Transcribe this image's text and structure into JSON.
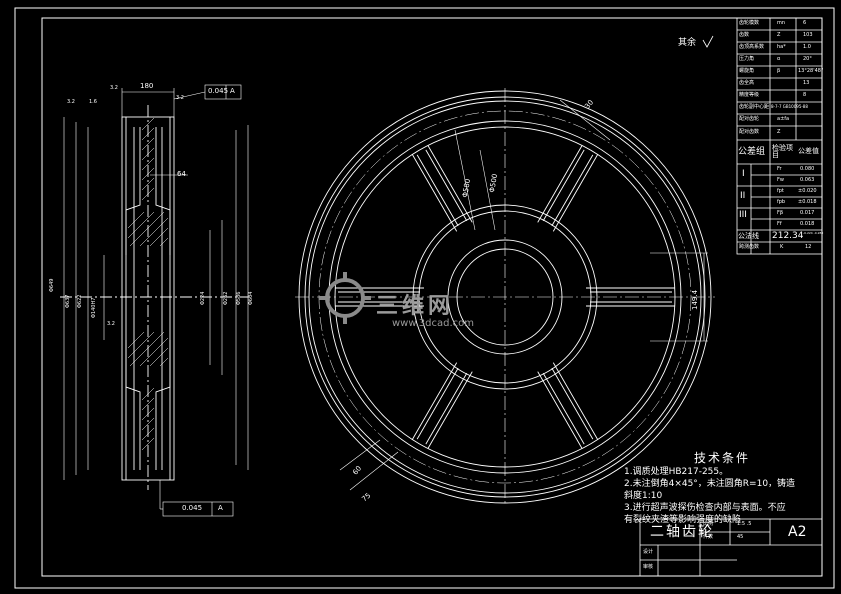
{
  "drawing": {
    "title_block": {
      "part_name": "二轴齿轮",
      "sheet_size": "A2",
      "ratio_label": "比例",
      "ratio_value": "1:5 .5",
      "qty_label": "件数",
      "material_label": "材料",
      "material_value": "45",
      "designer_label": "设计",
      "checker_label": "审核"
    },
    "param_table": {
      "rows": [
        {
          "name": "齿轮模数",
          "symbol": "mn",
          "value": "6"
        },
        {
          "name": "齿数",
          "symbol": "Z",
          "value": "103"
        },
        {
          "name": "齿顶高系数",
          "symbol": "ha*",
          "value": "1.0"
        },
        {
          "name": "压力角",
          "symbol": "α",
          "value": "20°"
        },
        {
          "name": "螺旋角",
          "symbol": "β",
          "value": "13°28'48\""
        },
        {
          "name": "齿全高",
          "symbol": "",
          "value": "13"
        },
        {
          "name": "精度等级",
          "symbol": "",
          "value": "8"
        },
        {
          "name": "齿轮副中心距",
          "symbol": "",
          "value": "8-7-7 GB10095-88"
        },
        {
          "name": "配对齿轮",
          "symbol": "",
          "value": "a±fa"
        },
        {
          "name": "配对齿数",
          "symbol": "",
          "value": "Z"
        }
      ],
      "tol_header": {
        "col1": "公差组",
        "col2": "检验项目",
        "col3": "公差值"
      },
      "tol_groups": [
        "I",
        "II",
        "III"
      ],
      "tol_rows": [
        {
          "sym": "Fr",
          "val": "0.080"
        },
        {
          "sym": "Fw",
          "val": "0.063"
        },
        {
          "sym": "fpt",
          "val": "±0.020"
        },
        {
          "sym": "fpb",
          "val": "±0.018"
        },
        {
          "sym": "Fβ",
          "val": "0.017"
        },
        {
          "sym": "Ff",
          "val": "0.018"
        }
      ],
      "wall_label": "公法线",
      "wall_value": "212.34",
      "wall_tol": "-0.224 -0.280",
      "span_label": "跨测齿数",
      "span_symbol": "K",
      "span_value": "12"
    },
    "roughness_note": "其余",
    "tech_requirements": {
      "heading": "技术条件",
      "lines": [
        "1.调质处理HB217-255。",
        "2.未注倒角4×45°，未注圆角R=10，铸造",
        "  斜度1:10",
        "3.进行超声波探伤检查内部与表面。不应",
        "  有裂纹夹渣等影响强度的缺陷"
      ]
    },
    "side_view": {
      "dim_width": "180",
      "dim_hub": "64",
      "tolerance_top": "0.045",
      "datum": "A",
      "tolerance_bottom": "0.045",
      "datum_bottom": "A",
      "roughness_1": "3.2",
      "roughness_2": "1.6",
      "roughness_3": "3.2",
      "roughness_4": "3.2",
      "roughness_5": "3.2",
      "diameters_left": [
        "Φ649",
        "Φ637",
        "Φ622"
      ],
      "diameter_bore": "Φ140H7",
      "diameters_right": [
        "Φ224",
        "Φ262",
        "Φ586",
        "Φ604"
      ]
    },
    "front_view": {
      "dim_r580": "Φ580",
      "dim_r500": "Φ500",
      "dim_rim": "30",
      "dim_key": "149.4",
      "dim_spoke": "60",
      "dim_spoke_w": "75"
    },
    "watermark": {
      "brand": "三维网",
      "url": "www.3dcad.com"
    }
  }
}
